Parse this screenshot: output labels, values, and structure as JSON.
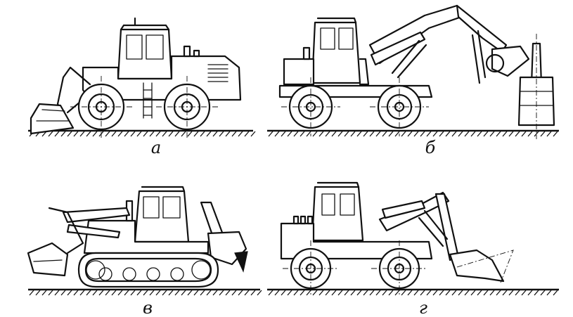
{
  "figure": {
    "panels": [
      {
        "id": "a",
        "label": "а"
      },
      {
        "id": "b",
        "label": "б"
      },
      {
        "id": "c",
        "label": "в"
      },
      {
        "id": "d",
        "label": "г"
      }
    ]
  }
}
